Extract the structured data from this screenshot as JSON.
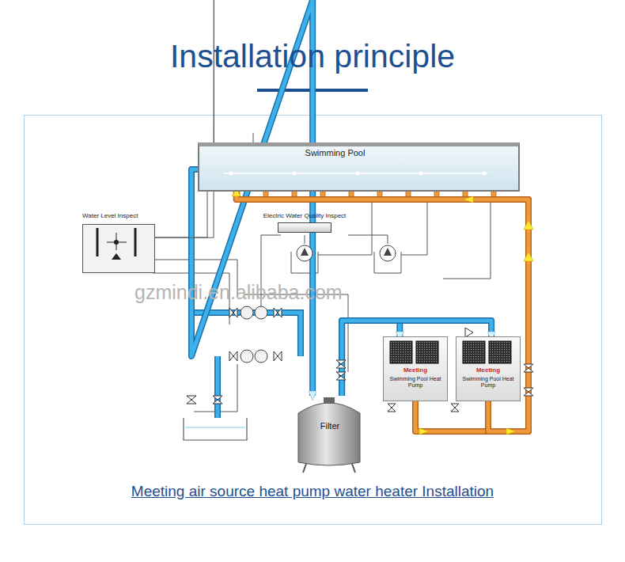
{
  "diagram": {
    "title": "Installation principle",
    "caption": "Meeting air source heat pump water heater Installation",
    "nodes": [
      {
        "text": [
          "Swimming Pool"
        ]
      },
      {
        "text": [
          "Water Level Inspect"
        ]
      },
      {
        "text": [
          "Electric Water Quality Inspect"
        ]
      },
      {
        "text": [
          "Filter"
        ]
      },
      {
        "text": [
          "Meeting",
          "Swimming Pool Heat Pump"
        ]
      },
      {
        "text": [
          "Meeting",
          "Swimming Pool Heat Pump"
        ]
      }
    ],
    "edges": [
      {
        "from": 0,
        "to": 3,
        "arrow": "to"
      },
      {
        "from": 3,
        "to": 4,
        "arrow": "to"
      },
      {
        "from": 3,
        "to": 5,
        "arrow": "to"
      },
      {
        "from": 4,
        "to": 0,
        "arrow": "to"
      },
      {
        "from": 5,
        "to": 0,
        "arrow": "to"
      },
      {
        "from": 1,
        "to": 0,
        "arrow": "none"
      }
    ],
    "labels": [
      "gzmindi.en.alibaba.com"
    ]
  }
}
